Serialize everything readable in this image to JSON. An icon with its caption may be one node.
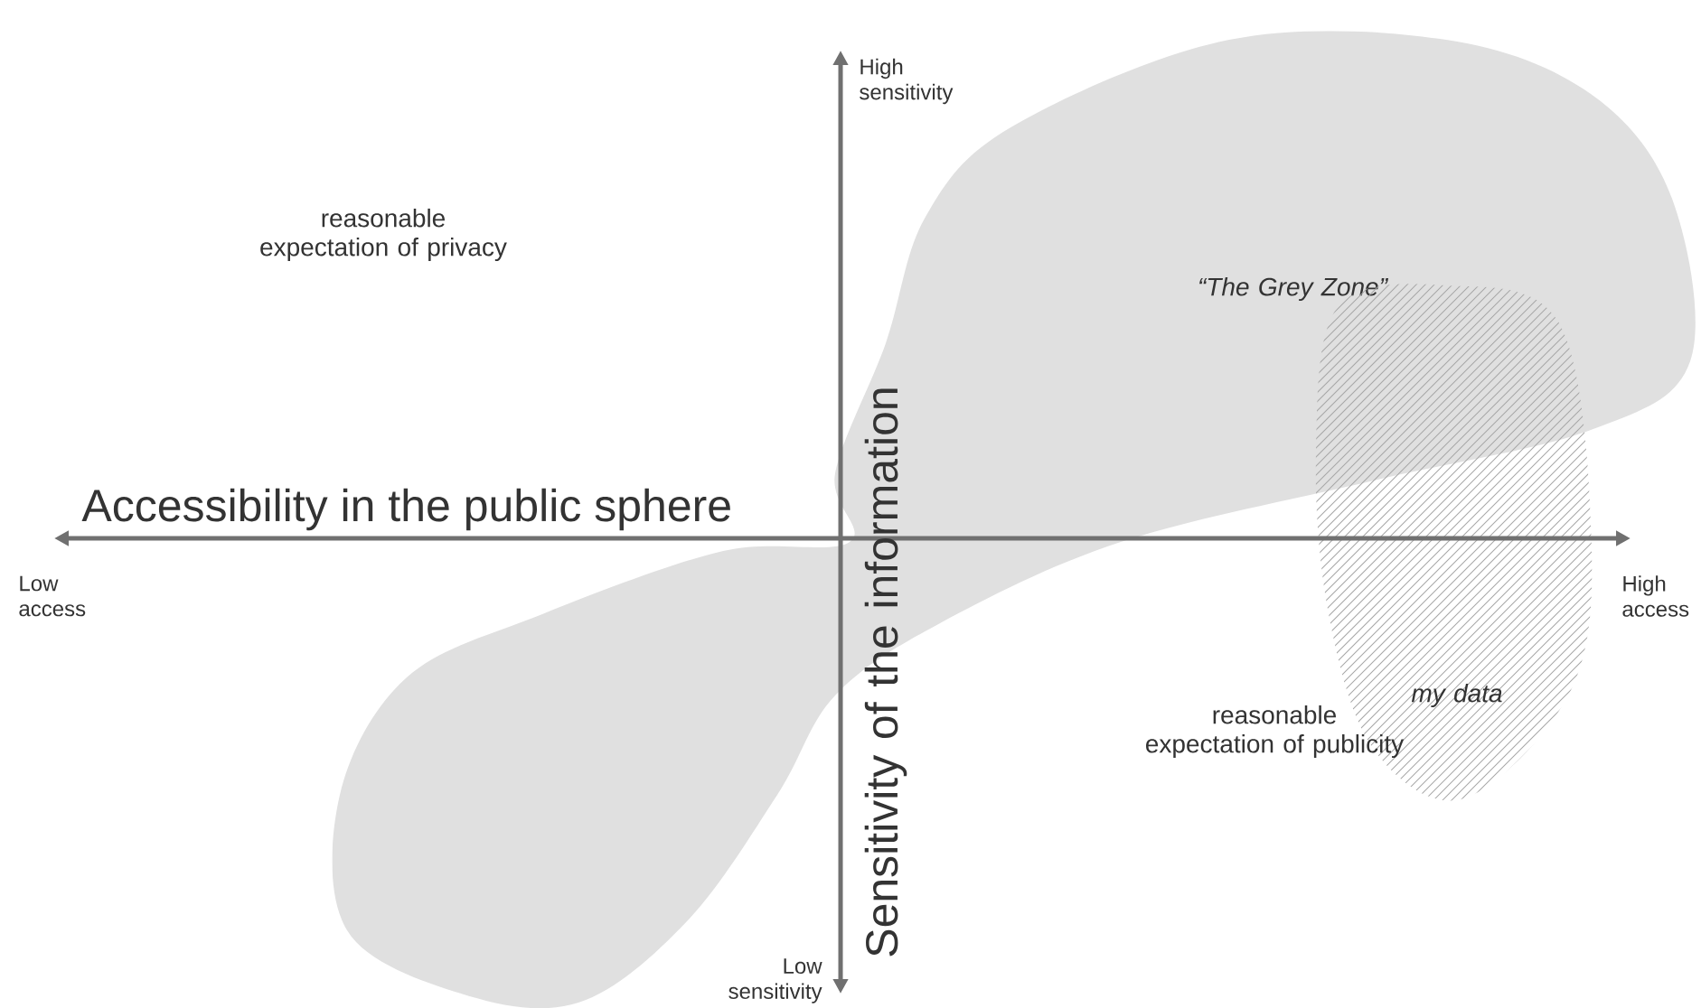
{
  "diagram": {
    "nodes": [
      {
        "text": [
          "“The Grey Zone”"
        ]
      },
      {
        "text": [
          "my data"
        ]
      }
    ],
    "labels": [
      "High sensitivity",
      "reasonable expectation of privacy",
      "Sensitivity of the information",
      "Accessibility in the public sphere",
      "Low access",
      "High access",
      "reasonable expectation of publicity",
      "Low sensitivity"
    ]
  }
}
